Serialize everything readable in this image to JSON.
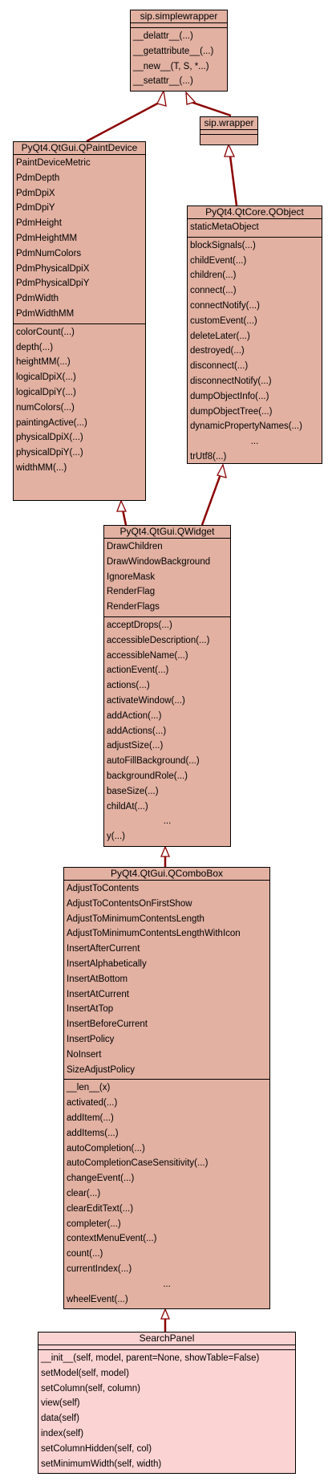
{
  "classes": {
    "simplewrapper": {
      "title": "sip.simplewrapper",
      "methods": [
        "__delattr__(...)",
        "__getattribute__(...)",
        "__new__(T, S, *...)",
        "__setattr__(...)"
      ]
    },
    "wrapper": {
      "title": "sip.wrapper"
    },
    "qpaintdevice": {
      "title": "PyQt4.QtGui.QPaintDevice",
      "attributes": [
        "PaintDeviceMetric",
        "PdmDepth",
        "PdmDpiX",
        "PdmDpiY",
        "PdmHeight",
        "PdmHeightMM",
        "PdmNumColors",
        "PdmPhysicalDpiX",
        "PdmPhysicalDpiY",
        "PdmWidth",
        "PdmWidthMM"
      ],
      "methods": [
        "colorCount(...)",
        "depth(...)",
        "heightMM(...)",
        "logicalDpiX(...)",
        "logicalDpiY(...)",
        "numColors(...)",
        "paintingActive(...)",
        "physicalDpiX(...)",
        "physicalDpiY(...)",
        "widthMM(...)"
      ]
    },
    "qobject": {
      "title": "PyQt4.QtCore.QObject",
      "attributes": [
        "staticMetaObject"
      ],
      "methods": [
        "blockSignals(...)",
        "childEvent(...)",
        "children(...)",
        "connect(...)",
        "connectNotify(...)",
        "customEvent(...)",
        "deleteLater(...)",
        "destroyed(...)",
        "disconnect(...)",
        "disconnectNotify(...)",
        "dumpObjectInfo(...)",
        "dumpObjectTree(...)",
        "dynamicPropertyNames(...)",
        "...",
        "trUtf8(...)"
      ]
    },
    "qwidget": {
      "title": "PyQt4.QtGui.QWidget",
      "attributes": [
        "DrawChildren",
        "DrawWindowBackground",
        "IgnoreMask",
        "RenderFlag",
        "RenderFlags"
      ],
      "methods": [
        "acceptDrops(...)",
        "accessibleDescription(...)",
        "accessibleName(...)",
        "actionEvent(...)",
        "actions(...)",
        "activateWindow(...)",
        "addAction(...)",
        "addActions(...)",
        "adjustSize(...)",
        "autoFillBackground(...)",
        "backgroundRole(...)",
        "baseSize(...)",
        "childAt(...)",
        "...",
        "y(...)"
      ]
    },
    "qcombobox": {
      "title": "PyQt4.QtGui.QComboBox",
      "attributes": [
        "AdjustToContents",
        "AdjustToContentsOnFirstShow",
        "AdjustToMinimumContentsLength",
        "AdjustToMinimumContentsLengthWithIcon",
        "InsertAfterCurrent",
        "InsertAlphabetically",
        "InsertAtBottom",
        "InsertAtCurrent",
        "InsertAtTop",
        "InsertBeforeCurrent",
        "InsertPolicy",
        "NoInsert",
        "SizeAdjustPolicy"
      ],
      "methods": [
        "__len__(x)",
        "activated(...)",
        "addItem(...)",
        "addItems(...)",
        "autoCompletion(...)",
        "autoCompletionCaseSensitivity(...)",
        "changeEvent(...)",
        "clear(...)",
        "clearEditText(...)",
        "completer(...)",
        "contextMenuEvent(...)",
        "count(...)",
        "currentIndex(...)",
        "...",
        "wheelEvent(...)"
      ]
    },
    "searchpanel": {
      "title": "SearchPanel",
      "methods": [
        "__init__(self, model, parent=None, showTable=False)",
        "setModel(self, model)",
        "setColumn(self, column)",
        "view(self)",
        "data(self)",
        "index(self)",
        "setColumnHidden(self, col)",
        "setMinimumWidth(self, width)"
      ]
    }
  },
  "colors": {
    "class_fill": "#e2b1a2",
    "leaf_fill": "#fbd3d2",
    "edge": "#8b0000"
  }
}
